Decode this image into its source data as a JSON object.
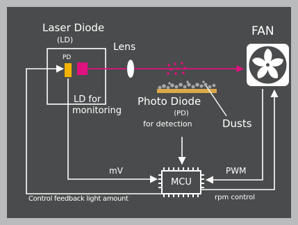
{
  "colors": {
    "outer_border": "#b9bbbd",
    "panel": "#4a4b4c",
    "line": "#ffffff",
    "pd_yellow": "#f2b400",
    "ld_magenta": "#e0127f",
    "dust": "#a8a8a8",
    "sensor_gold": "#dba84a"
  },
  "icons": {
    "fan": "fan-icon",
    "lens": "lens-icon",
    "mcu": "microchip-icon",
    "dust": "dust-particles-icon"
  },
  "labels": {
    "laser_diode": "Laser Diode",
    "laser_diode_abbr": "(LD)",
    "pd_small": "PD",
    "lens": "Lens",
    "fan": "FAN",
    "ld_for": "LD for",
    "monitoring": "monitoring",
    "photo_diode": "Photo Diode",
    "photo_diode_abbr": "(PD)",
    "for_detection": "for detection",
    "dusts": "Dusts",
    "mcu": "MCU",
    "mv": "mV",
    "pwm": "PWM",
    "control_feedback": "Control feedback light amount",
    "rpm_control": "rpm control"
  }
}
